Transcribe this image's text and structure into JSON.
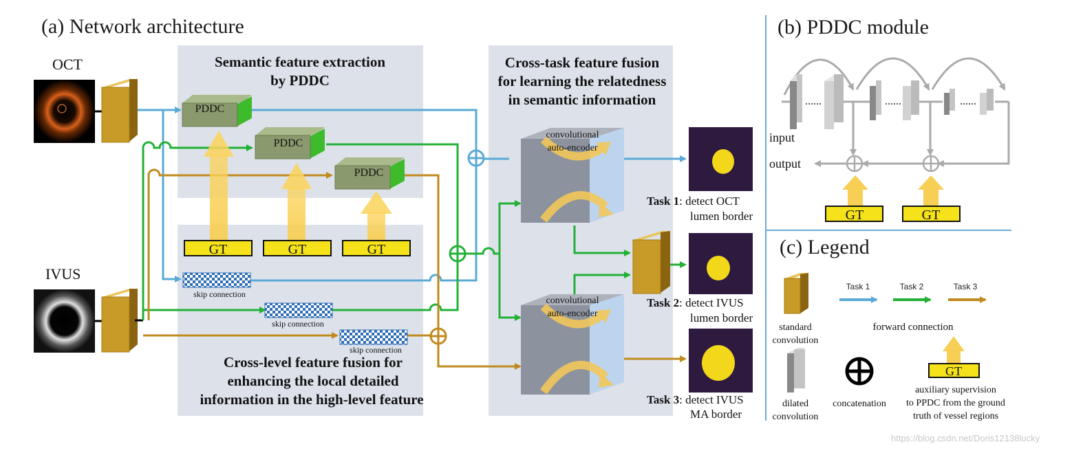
{
  "panels": {
    "a_title": "(a) Network architecture",
    "b_title": "(b) PDDC module",
    "c_title": "(c) Legend"
  },
  "inputs": {
    "oct": "OCT",
    "ivus": "IVUS"
  },
  "sections": {
    "semantic": [
      "Semantic feature extraction",
      "by PDDC"
    ],
    "crosslevel": [
      "Cross-level feature fusion for",
      "enhancing the local detailed",
      "information in the high-level feature"
    ],
    "crosstask": [
      "Cross-task feature fusion",
      "for learning the relatedness",
      "in semantic information"
    ]
  },
  "pddc_label": "PDDC",
  "gt_label": "GT",
  "skip_label": "skip connection",
  "cae_label": [
    "convolutional",
    "auto-encoder"
  ],
  "tasks": [
    {
      "num": "Task 1",
      "desc1": ": detect OCT",
      "desc2": "lumen border"
    },
    {
      "num": "Task 2",
      "desc1": ": detect IVUS",
      "desc2": "lumen border"
    },
    {
      "num": "Task 3",
      "desc1": ": detect IVUS",
      "desc2": "MA border"
    }
  ],
  "pddc_module": {
    "input": "input",
    "output": "output",
    "dots": "......"
  },
  "legend": {
    "standard": [
      "standard",
      "convolution"
    ],
    "dilated": [
      "dilated",
      "convolution"
    ],
    "concat": "concatenation",
    "task1": "Task 1",
    "task2": "Task 2",
    "task3": "Task 3",
    "forward": "forward connection",
    "aux": [
      "auxiliary supervision",
      "to PPDC from the ground",
      "truth of vessel regions"
    ]
  },
  "watermark": "https://blog.csdn.net/Doris12138lucky",
  "colors": {
    "blue": "#5aaad6",
    "green": "#22b036",
    "gold": "#c08a1e",
    "gt": "#f5e21b",
    "panel": "#dde2ea"
  }
}
